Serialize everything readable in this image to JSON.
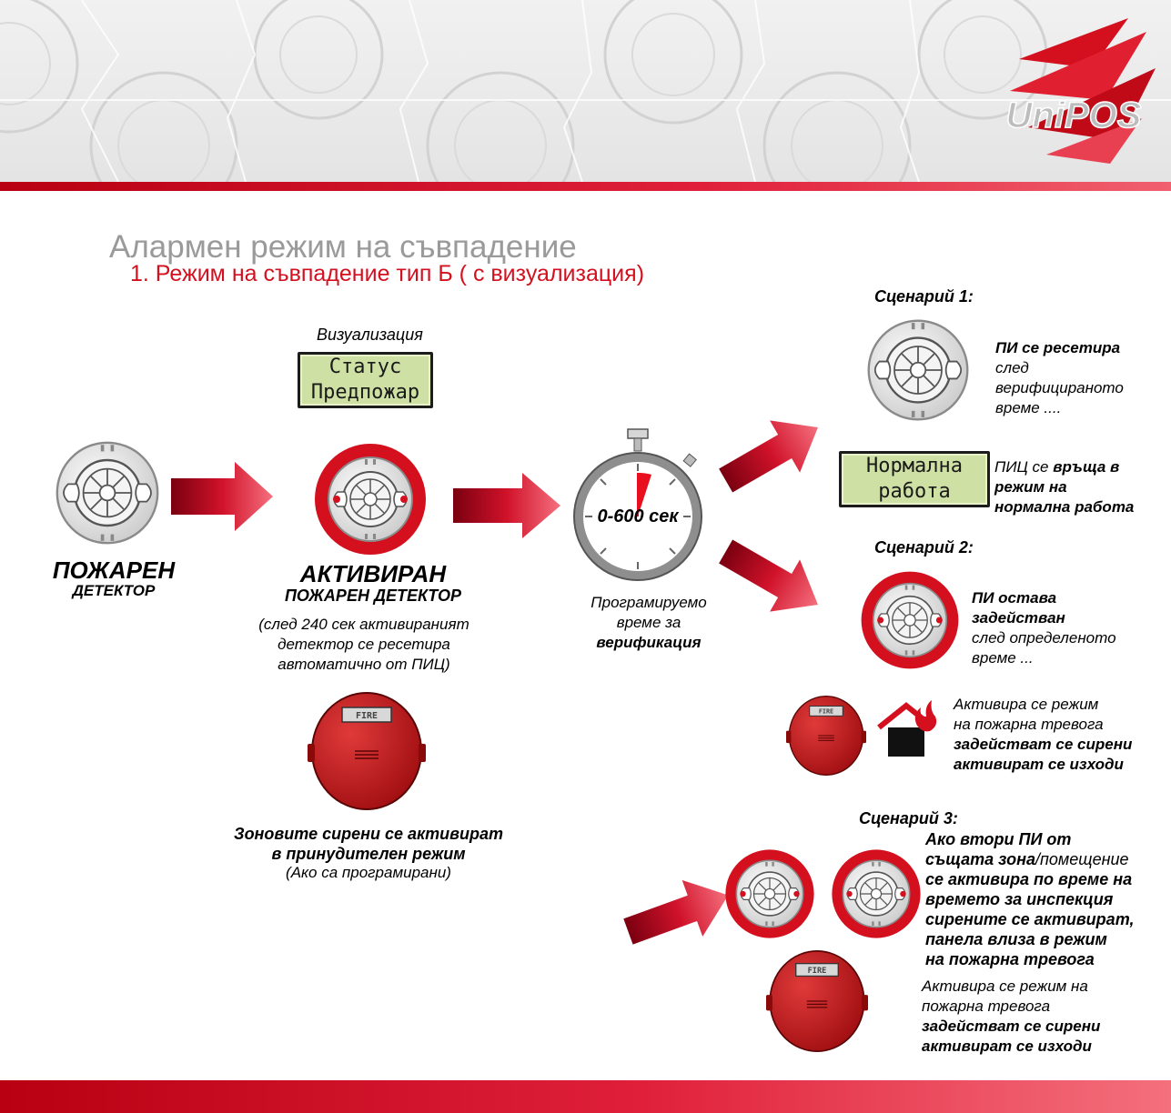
{
  "brand": {
    "logo_text": "UniPOS"
  },
  "title": "Алармен режим на съвпадение",
  "subtitle": "1. Режим на съвпадение тип Б ( с визуализация)",
  "visualization": {
    "label": "Визуализация",
    "lcd_line1": "Статус",
    "lcd_line2": "Предпожар"
  },
  "detector": {
    "line1": "ПОЖАРЕН",
    "line2": "ДЕТЕКТОР"
  },
  "activated": {
    "line1": "АКТИВИРАН",
    "line2": "ПОЖАРЕН ДЕТЕКТОР",
    "note1": "(след 240 сек активираният",
    "note2": "детектор се ресетира",
    "note3": "автоматично от ПИЦ)"
  },
  "siren_label": "FIRE",
  "sirens": {
    "line1": "Зоновите сирени се активират",
    "line2": "в принудителен режим",
    "line3": "(Ако са програмирани)"
  },
  "timer": {
    "value": "0-600 сек",
    "caption1": "Програмируемо",
    "caption2": "време за",
    "caption3": "верификация"
  },
  "scenario1": {
    "title": "Сценарий 1:",
    "bold": "ПИ се ресетира",
    "line2": "след",
    "line3": "верифицираното",
    "line4": "време ....",
    "lcd_line1": "Нормална",
    "lcd_line2": "работа",
    "panel_a": "ПИЦ се",
    "panel_b": "връща в",
    "panel_c": "режим на",
    "panel_d": "нормална работа"
  },
  "scenario2": {
    "title": "Сценарий 2:",
    "bold1": "ПИ остава",
    "bold2": "задействан",
    "line3": "след определеното",
    "line4": "време ...",
    "alarm1": "Активира се режим",
    "alarm2": "на пожарна тревога",
    "alarm3": "задействат се сирени",
    "alarm4": "активират се изходи"
  },
  "scenario3": {
    "title": "Сценарий 3:",
    "l1": "Ако втори ПИ от",
    "l2a": "същата зона",
    "l2b": "/помещение",
    "l3": "се активира по време на",
    "l4": "времето за инспекция",
    "l5": "сирените се активират,",
    "l6": "панела влиза в режим",
    "l7": "на пожарна тревога",
    "alarm1": "Активира се режим на",
    "alarm2": "пожарна тревога",
    "alarm3": "задействат се сирени",
    "alarm4": "активират се изходи"
  },
  "colors": {
    "red": "#d4101f",
    "arrow": "#c8102e",
    "lcd": "#cfe0a4",
    "title_gray": "#9a9a9a",
    "siren": "#c8141e"
  }
}
